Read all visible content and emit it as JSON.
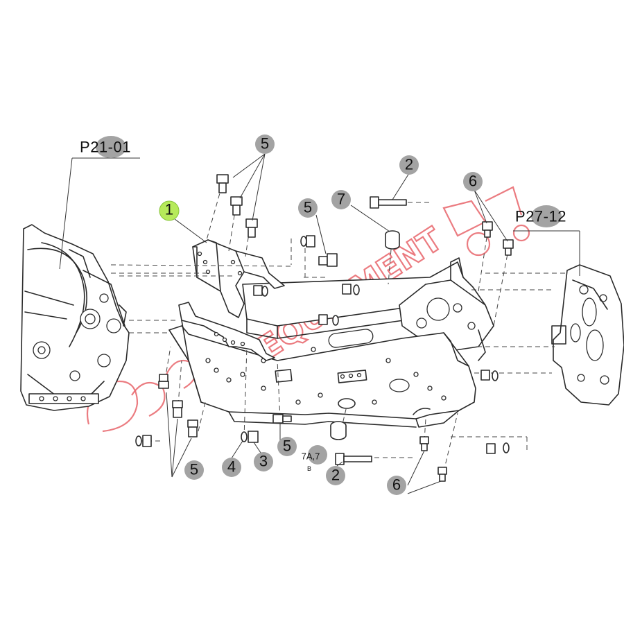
{
  "references": {
    "left_assembly": "P21-01",
    "right_assembly": "P27-12"
  },
  "callouts": {
    "part_1": "1",
    "part_2_top": "2",
    "part_2_bottom": "2",
    "part_3": "3",
    "part_4": "4",
    "part_5_top": "5",
    "part_5_mid": "5",
    "part_5_bottom_left": "5",
    "part_5_bottom_center": "5",
    "part_6_top": "6",
    "part_6_bottom": "6",
    "part_7": "7",
    "part_7a": "7A,7",
    "part_7a_cont": "B"
  },
  "watermark": {
    "brand": "EQUIPMENT",
    "color": "#e8656b"
  },
  "colors": {
    "callout_bubble": "#a3a3a3",
    "highlight_bubble": "#b6ea5a"
  }
}
